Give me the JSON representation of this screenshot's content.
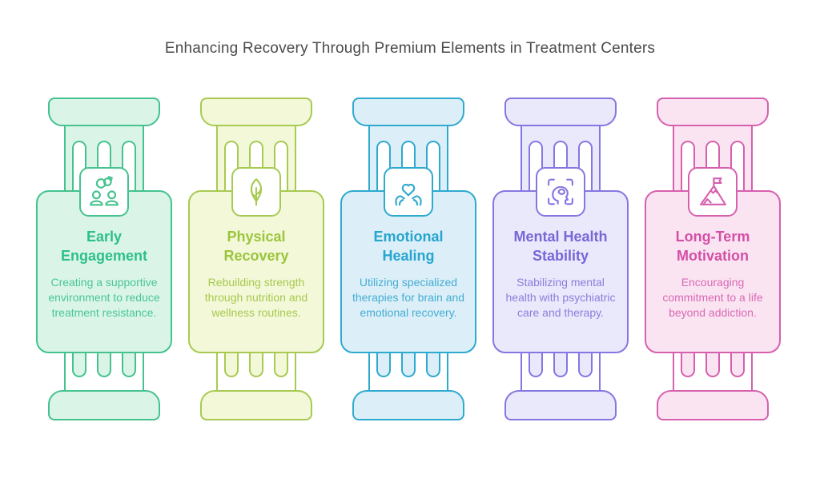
{
  "page": {
    "title": "Enhancing Recovery Through Premium Elements in Treatment Centers",
    "title_color": "#4b4b4b",
    "background": "#ffffff"
  },
  "pillars": [
    {
      "title": "Early Engagement",
      "description": "Creating a supportive environment to reduce treatment resistance.",
      "icon": "people-partnership-icon",
      "colors": {
        "stroke": "#45c28e",
        "fill": "#daf5e8",
        "title": "#2dc089",
        "desc": "#4ac596"
      }
    },
    {
      "title": "Physical Recovery",
      "description": "Rebuilding strength through nutrition and wellness routines.",
      "icon": "leaf-icon",
      "colors": {
        "stroke": "#a8ca52",
        "fill": "#f3f8d8",
        "title": "#9bc53d",
        "desc": "#a6c94f"
      }
    },
    {
      "title": "Emotional Healing",
      "description": "Utilizing specialized therapies for brain and emotional recovery.",
      "icon": "hands-heart-icon",
      "colors": {
        "stroke": "#2ea9cf",
        "fill": "#dceff8",
        "title": "#25a5cf",
        "desc": "#44add2"
      }
    },
    {
      "title": "Mental Health Stability",
      "description": "Stabilizing mental health with psychiatric care and therapy.",
      "icon": "head-brain-scan-icon",
      "colors": {
        "stroke": "#8477e1",
        "fill": "#eae8fb",
        "title": "#7567d6",
        "desc": "#8b7edc"
      }
    },
    {
      "title": "Long-Term Motivation",
      "description": "Encouraging commitment to a life beyond addiction.",
      "icon": "mountain-flag-icon",
      "colors": {
        "stroke": "#d660ae",
        "fill": "#fbe4f2",
        "title": "#d44fa6",
        "desc": "#d969b4"
      }
    }
  ]
}
